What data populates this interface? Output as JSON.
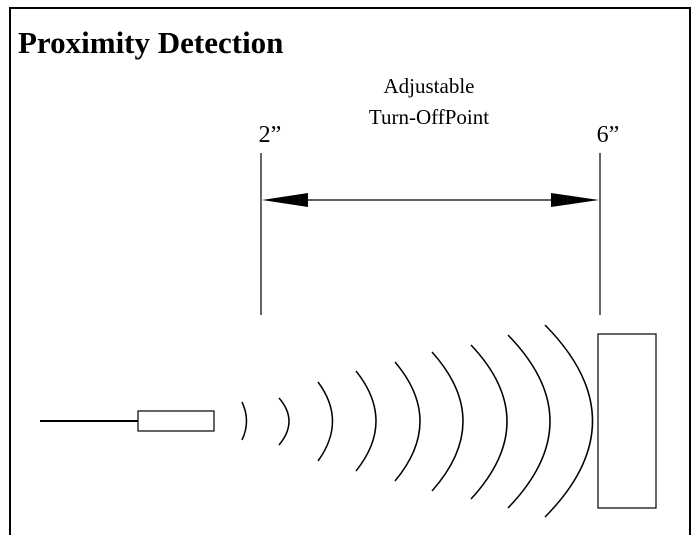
{
  "title": "Proximity Detection",
  "range_label": {
    "line1": "Adjustable",
    "line2": "Turn-OffPoint"
  },
  "min_distance": "2”",
  "max_distance": "6”",
  "colors": {
    "stroke": "#000000",
    "background": "#ffffff"
  }
}
